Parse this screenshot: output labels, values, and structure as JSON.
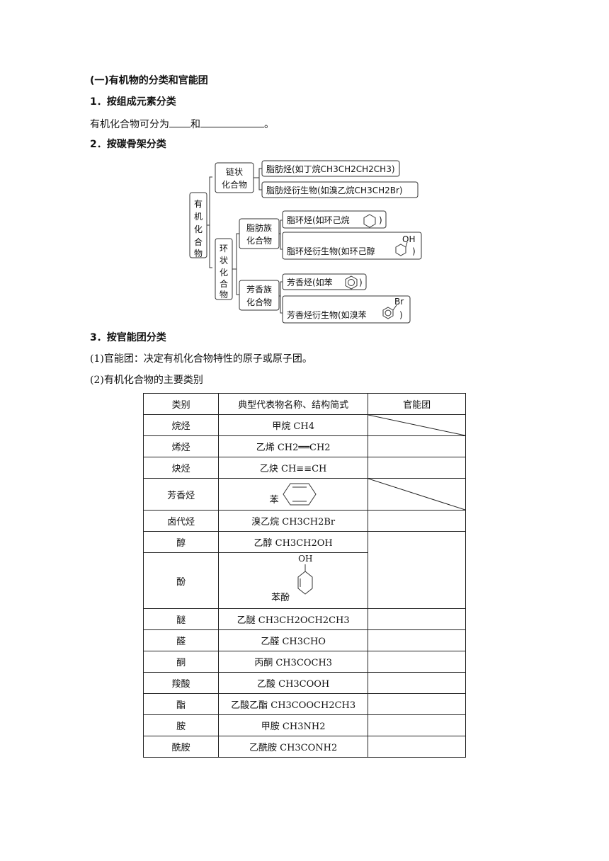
{
  "section_title": "(一)有机物的分类和官能团",
  "s1": {
    "heading": "1．按组成元素分类",
    "text_a": "有机化合物可分为",
    "text_b": "和",
    "text_c": "。"
  },
  "s2": {
    "heading": "2．按碳骨架分类",
    "diagram": {
      "root": "有机化合物",
      "chain": "链状化合物",
      "chain_a": "脂肪烃(如丁烷CH3CH2CH2CH3)",
      "chain_b": "脂肪烃衍生物(如溴乙烷CH3CH2Br)",
      "ring": "环状化合物",
      "alicyclic": "脂肪族化合物",
      "alicyclic_a": "脂环烃(如环己烷",
      "alicyclic_b": "脂环烃衍生物(如环己醇",
      "aromatic": "芳香族化合物",
      "aromatic_a": "芳香烃(如苯",
      "aromatic_b": "芳香烃衍生物(如溴苯",
      "close": ")",
      "oh": "OH",
      "br": "Br"
    }
  },
  "s3": {
    "heading": "3．按官能团分类",
    "p1": "(1)官能团：决定有机化合物特性的原子或原子团。",
    "p2": "(2)有机化合物的主要类别"
  },
  "table": {
    "headers": [
      "类别",
      "典型代表物名称、结构简式",
      "官能团"
    ],
    "rows": [
      {
        "cat": "烷烃",
        "rep": "甲烷 CH4"
      },
      {
        "cat": "烯烃",
        "rep": "乙烯 CH2══CH2"
      },
      {
        "cat": "炔烃",
        "rep": "乙炔 CH≡≡CH"
      },
      {
        "cat": "芳香烃",
        "rep": "苯"
      },
      {
        "cat": "卤代烃",
        "rep": "溴乙烷 CH3CH2Br"
      },
      {
        "cat": "醇",
        "rep": "乙醇 CH3CH2OH"
      },
      {
        "cat": "酚",
        "rep": "苯酚",
        "oh": "OH"
      },
      {
        "cat": "醚",
        "rep": "乙醚 CH3CH2OCH2CH3"
      },
      {
        "cat": "醛",
        "rep": "乙醛 CH3CHO"
      },
      {
        "cat": "酮",
        "rep": "丙酮 CH3COCH3"
      },
      {
        "cat": "羧酸",
        "rep": "乙酸 CH3COOH"
      },
      {
        "cat": "酯",
        "rep": "乙酸乙酯 CH3COOCH2CH3"
      },
      {
        "cat": "胺",
        "rep": "甲胺 CH3NH2"
      },
      {
        "cat": "酰胺",
        "rep": "乙酰胺 CH3CONH2"
      }
    ]
  }
}
